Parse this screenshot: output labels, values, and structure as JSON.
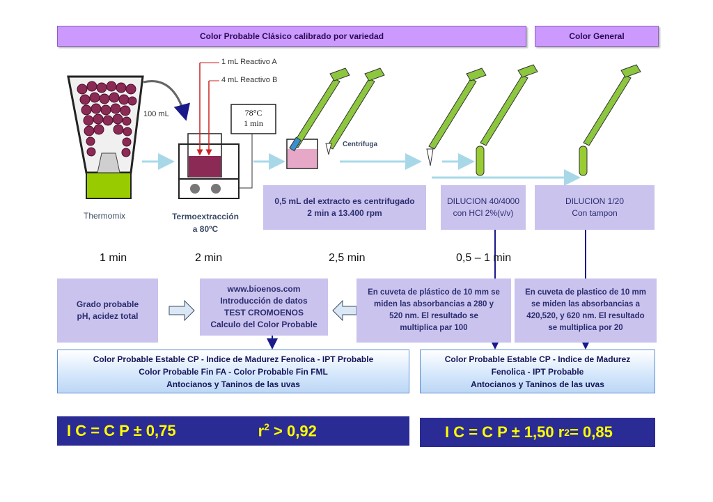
{
  "headers": {
    "left": "Color Probable Clásico calibrado por variedad",
    "right": "Color  General"
  },
  "equipment": {
    "thermomix_volume": "100 mL",
    "thermomix": "Thermomix",
    "reagent_a": "1 mL Reactivo A",
    "reagent_b": "4 mL Reactivo B",
    "temp_box": "78°C\n1 min",
    "thermoextraction": "Termoextracción\na 80ºC",
    "centrifuga": "Centrifuga"
  },
  "steps": {
    "centrifuge": "0,5 mL del extracto es centrifugado\n2 min a 13.400 rpm",
    "dilution_a": "DILUCION 40/4000\ncon HCl 2%(v/v)",
    "dilution_b": "DILUCION 1/20\nCon tampon"
  },
  "times": [
    "1 min",
    "2 min",
    "2,5 min",
    "0,5 – 1 min"
  ],
  "info": {
    "grado": "Grado probable\npH, acidez total",
    "bioenos": "www.bioenos.com\nIntroducción de datos\nTEST CROMOENOS\nCalculo del Color  Probable",
    "cuveta_a": "En cuveta de plástico de 10 mm  se\nmiden las absorbancias a 280 y\n520 nm. El resultado se\nmultiplica par 100",
    "cuveta_b": "En cuveta de plastico de 10 mm\nse  miden las absorbancias a\n420,520, y 620 nm. El resultado\nse multiplica por  20"
  },
  "results": {
    "left": "Color Probable Estable CP - Indice de Madurez Fenolica - IPT Probable\nColor Probable Fin FA - Color Probable Fin FML\nAntocianos y Taninos de las uvas",
    "right": "Color Probable Estable CP - Indice de Madurez\nFenolica - IPT Probable\nAntocianos y Taninos de las uvas"
  },
  "formulas": {
    "left_main": "I C = C P ± 0,75",
    "left_r": "r",
    "left_r_sup": "2",
    "left_r_tail": " > 0,92",
    "right_main": "I C = C P ± 1,50 r",
    "right_r_sup": "2",
    "right_r_tail": " = 0,85"
  },
  "colors": {
    "header_purple": "#cc99ff",
    "box_lavender": "#c9c3ee",
    "formula_navy": "#2b2b95",
    "formula_text": "#ffff00",
    "arrow_light": "#a8d8e8",
    "arrow_dark": "#1a1a8a"
  }
}
